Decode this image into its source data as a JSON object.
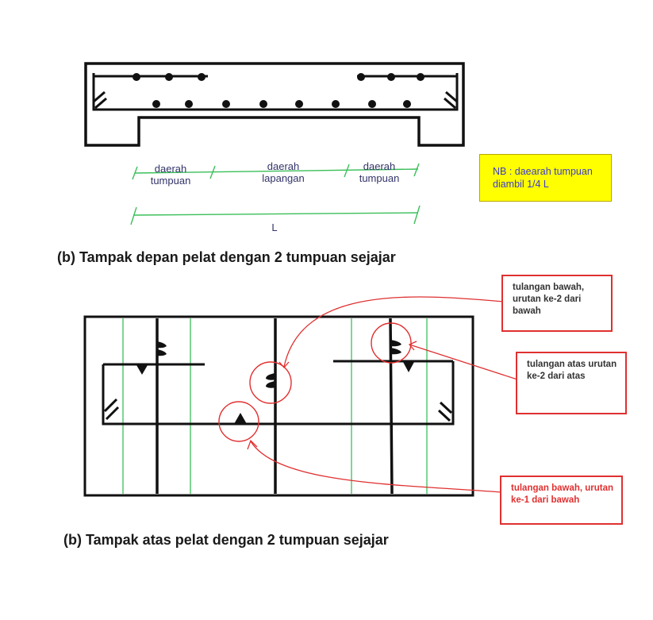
{
  "front_view": {
    "zones": [
      {
        "line1": "daerah",
        "line2": "tumpuan"
      },
      {
        "line1": "daerah",
        "line2": "lapangan"
      },
      {
        "line1": "daerah",
        "line2": "tumpuan"
      }
    ],
    "span_label": "L",
    "note": {
      "line1": "NB : daearah tumpuan",
      "line2": "diambil 1/4 L"
    },
    "caption": "(b) Tampak depan pelat dengan 2 tumpuan sejajar"
  },
  "top_view": {
    "caption": "(b) Tampak atas pelat dengan 2 tumpuan sejajar",
    "annotations": [
      {
        "text": "tulangan bawah, urutan ke-2 dari bawah"
      },
      {
        "text": "tulangan atas urutan ke-2 dari atas"
      },
      {
        "text": "tulangan bawah, urutan ke-1 dari bawah"
      }
    ]
  },
  "colors": {
    "line": "#111111",
    "dimension": "#3bbf5a",
    "annotation": "#e03030",
    "note_bg": "#ffff00",
    "note_text": "#3b3bd0"
  }
}
